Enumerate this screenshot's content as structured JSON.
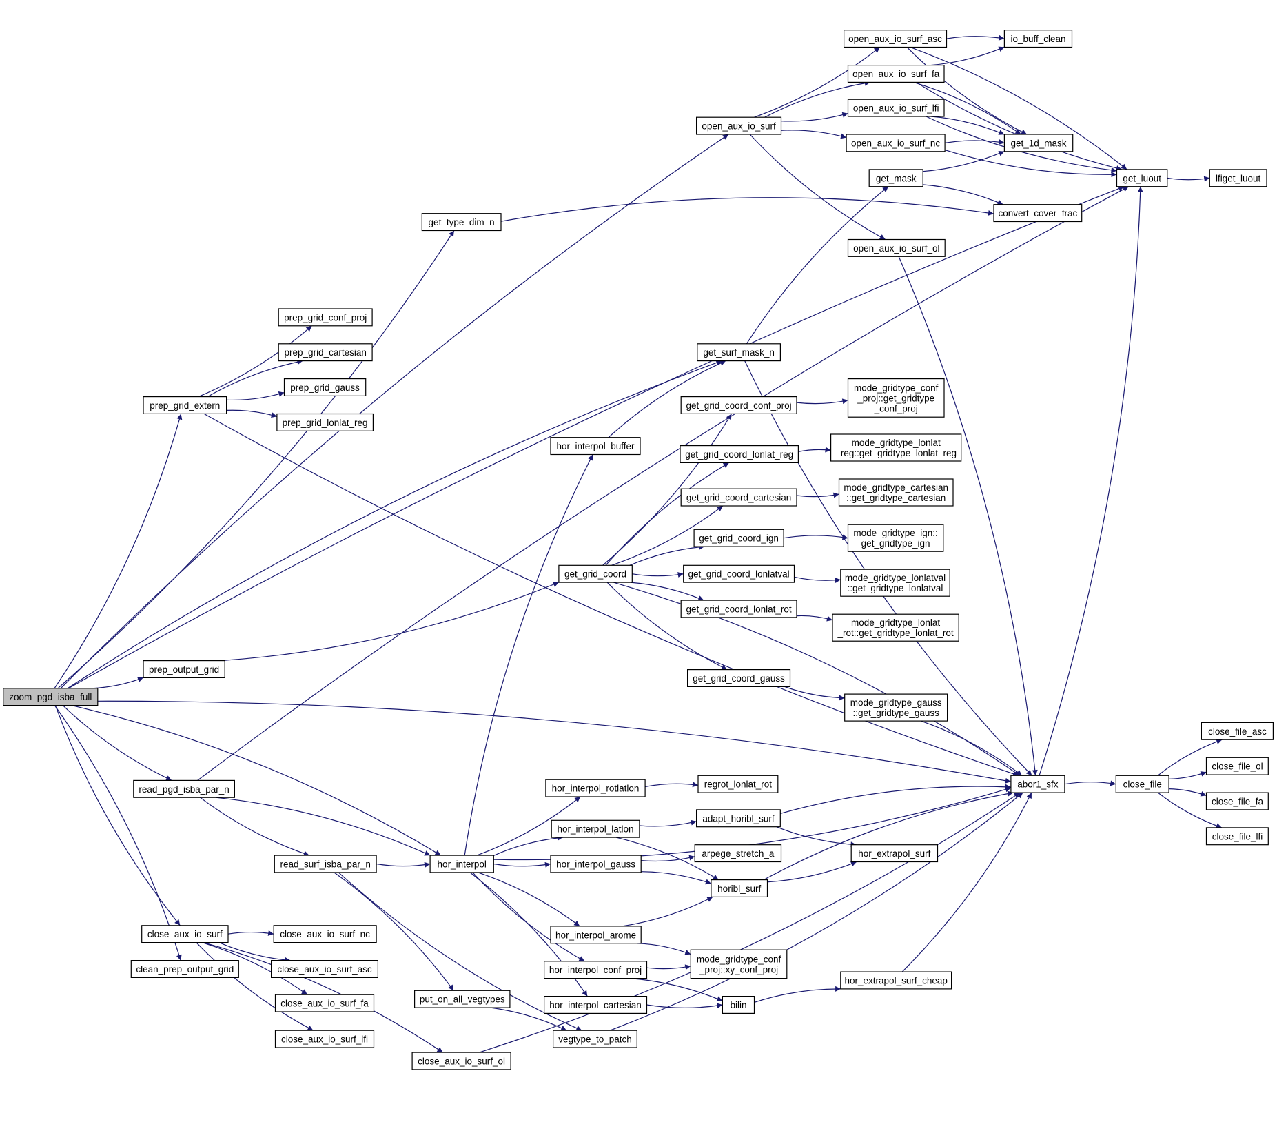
{
  "diagram": {
    "type": "call-graph",
    "root": "zoom_pgd_isba_full",
    "colors": {
      "edge": "#191970",
      "root_fill": "#bfbfbf",
      "node_fill": "#ffffff",
      "node_border": "#000000"
    },
    "nodes": [
      {
        "id": "zoom_pgd_isba_full",
        "label": [
          "zoom_pgd_isba_full"
        ]
      },
      {
        "id": "open_aux_io_surf",
        "label": [
          "open_aux_io_surf"
        ]
      },
      {
        "id": "open_aux_io_surf_asc",
        "label": [
          "open_aux_io_surf_asc"
        ]
      },
      {
        "id": "open_aux_io_surf_fa",
        "label": [
          "open_aux_io_surf_fa"
        ]
      },
      {
        "id": "open_aux_io_surf_lfi",
        "label": [
          "open_aux_io_surf_lfi"
        ]
      },
      {
        "id": "open_aux_io_surf_nc",
        "label": [
          "open_aux_io_surf_nc"
        ]
      },
      {
        "id": "open_aux_io_surf_ol",
        "label": [
          "open_aux_io_surf_ol"
        ]
      },
      {
        "id": "io_buff_clean",
        "label": [
          "io_buff_clean"
        ]
      },
      {
        "id": "get_1d_mask",
        "label": [
          "get_1d_mask"
        ]
      },
      {
        "id": "get_mask",
        "label": [
          "get_mask"
        ]
      },
      {
        "id": "get_luout",
        "label": [
          "get_luout"
        ]
      },
      {
        "id": "lfiget_luout",
        "label": [
          "lfiget_luout"
        ]
      },
      {
        "id": "convert_cover_frac",
        "label": [
          "convert_cover_frac"
        ]
      },
      {
        "id": "get_type_dim_n",
        "label": [
          "get_type_dim_n"
        ]
      },
      {
        "id": "prep_grid_conf_proj",
        "label": [
          "prep_grid_conf_proj"
        ]
      },
      {
        "id": "prep_grid_cartesian",
        "label": [
          "prep_grid_cartesian"
        ]
      },
      {
        "id": "prep_grid_gauss",
        "label": [
          "prep_grid_gauss"
        ]
      },
      {
        "id": "prep_grid_lonlat_reg",
        "label": [
          "prep_grid_lonlat_reg"
        ]
      },
      {
        "id": "prep_grid_extern",
        "label": [
          "prep_grid_extern"
        ]
      },
      {
        "id": "get_surf_mask_n",
        "label": [
          "get_surf_mask_n"
        ]
      },
      {
        "id": "get_grid_coord_conf_proj",
        "label": [
          "get_grid_coord_conf_proj"
        ]
      },
      {
        "id": "mg_conf_proj",
        "label": [
          "mode_gridtype_conf",
          "_proj::get_gridtype",
          "_conf_proj"
        ]
      },
      {
        "id": "hor_interpol_buffer",
        "label": [
          "hor_interpol_buffer"
        ]
      },
      {
        "id": "get_grid_coord_lonlat_reg",
        "label": [
          "get_grid_coord_lonlat_reg"
        ]
      },
      {
        "id": "mg_lonlat_reg",
        "label": [
          "mode_gridtype_lonlat",
          "_reg::get_gridtype_lonlat_reg"
        ]
      },
      {
        "id": "get_grid_coord_cartesian",
        "label": [
          "get_grid_coord_cartesian"
        ]
      },
      {
        "id": "mg_cartesian",
        "label": [
          "mode_gridtype_cartesian",
          "::get_gridtype_cartesian"
        ]
      },
      {
        "id": "get_grid_coord_ign",
        "label": [
          "get_grid_coord_ign"
        ]
      },
      {
        "id": "mg_ign",
        "label": [
          "mode_gridtype_ign::",
          "get_gridtype_ign"
        ]
      },
      {
        "id": "get_grid_coord",
        "label": [
          "get_grid_coord"
        ]
      },
      {
        "id": "get_grid_coord_lonlatval",
        "label": [
          "get_grid_coord_lonlatval"
        ]
      },
      {
        "id": "mg_lonlatval",
        "label": [
          "mode_gridtype_lonlatval",
          "::get_gridtype_lonlatval"
        ]
      },
      {
        "id": "get_grid_coord_lonlat_rot",
        "label": [
          "get_grid_coord_lonlat_rot"
        ]
      },
      {
        "id": "mg_lonlat_rot",
        "label": [
          "mode_gridtype_lonlat",
          "_rot::get_gridtype_lonlat_rot"
        ]
      },
      {
        "id": "prep_output_grid",
        "label": [
          "prep_output_grid"
        ]
      },
      {
        "id": "get_grid_coord_gauss",
        "label": [
          "get_grid_coord_gauss"
        ]
      },
      {
        "id": "mg_gauss",
        "label": [
          "mode_gridtype_gauss",
          "::get_gridtype_gauss"
        ]
      },
      {
        "id": "abor1_sfx",
        "label": [
          "abor1_sfx"
        ]
      },
      {
        "id": "close_file",
        "label": [
          "close_file"
        ]
      },
      {
        "id": "close_file_asc",
        "label": [
          "close_file_asc"
        ]
      },
      {
        "id": "close_file_ol",
        "label": [
          "close_file_ol"
        ]
      },
      {
        "id": "close_file_fa",
        "label": [
          "close_file_fa"
        ]
      },
      {
        "id": "close_file_lfi",
        "label": [
          "close_file_lfi"
        ]
      },
      {
        "id": "read_pgd_isba_par_n",
        "label": [
          "read_pgd_isba_par_n"
        ]
      },
      {
        "id": "hor_interpol_rotlatlon",
        "label": [
          "hor_interpol_rotlatlon"
        ]
      },
      {
        "id": "regrot_lonlat_rot",
        "label": [
          "regrot_lonlat_rot"
        ]
      },
      {
        "id": "hor_interpol_latlon",
        "label": [
          "hor_interpol_latlon"
        ]
      },
      {
        "id": "adapt_horibl_surf",
        "label": [
          "adapt_horibl_surf"
        ]
      },
      {
        "id": "read_surf_isba_par_n",
        "label": [
          "read_surf_isba_par_n"
        ]
      },
      {
        "id": "hor_interpol",
        "label": [
          "hor_interpol"
        ]
      },
      {
        "id": "hor_interpol_gauss",
        "label": [
          "hor_interpol_gauss"
        ]
      },
      {
        "id": "arpege_stretch_a",
        "label": [
          "arpege_stretch_a"
        ]
      },
      {
        "id": "hor_extrapol_surf",
        "label": [
          "hor_extrapol_surf"
        ]
      },
      {
        "id": "horibl_surf",
        "label": [
          "horibl_surf"
        ]
      },
      {
        "id": "close_aux_io_surf",
        "label": [
          "close_aux_io_surf"
        ]
      },
      {
        "id": "close_aux_io_surf_nc",
        "label": [
          "close_aux_io_surf_nc"
        ]
      },
      {
        "id": "hor_interpol_arome",
        "label": [
          "hor_interpol_arome"
        ]
      },
      {
        "id": "clean_prep_output_grid",
        "label": [
          "clean_prep_output_grid"
        ]
      },
      {
        "id": "close_aux_io_surf_asc",
        "label": [
          "close_aux_io_surf_asc"
        ]
      },
      {
        "id": "hor_interpol_conf_proj",
        "label": [
          "hor_interpol_conf_proj"
        ]
      },
      {
        "id": "mg_xy_conf_proj",
        "label": [
          "mode_gridtype_conf",
          "_proj::xy_conf_proj"
        ]
      },
      {
        "id": "hor_extrapol_surf_cheap",
        "label": [
          "hor_extrapol_surf_cheap"
        ]
      },
      {
        "id": "close_aux_io_surf_fa",
        "label": [
          "close_aux_io_surf_fa"
        ]
      },
      {
        "id": "put_on_all_vegtypes",
        "label": [
          "put_on_all_vegtypes"
        ]
      },
      {
        "id": "hor_interpol_cartesian",
        "label": [
          "hor_interpol_cartesian"
        ]
      },
      {
        "id": "bilin",
        "label": [
          "bilin"
        ]
      },
      {
        "id": "vegtype_to_patch",
        "label": [
          "vegtype_to_patch"
        ]
      },
      {
        "id": "close_aux_io_surf_lfi",
        "label": [
          "close_aux_io_surf_lfi"
        ]
      },
      {
        "id": "close_aux_io_surf_ol",
        "label": [
          "close_aux_io_surf_ol"
        ]
      }
    ],
    "edges": [
      [
        "zoom_pgd_isba_full",
        "open_aux_io_surf"
      ],
      [
        "zoom_pgd_isba_full",
        "get_type_dim_n"
      ],
      [
        "zoom_pgd_isba_full",
        "get_luout"
      ],
      [
        "zoom_pgd_isba_full",
        "prep_grid_extern"
      ],
      [
        "zoom_pgd_isba_full",
        "get_surf_mask_n"
      ],
      [
        "zoom_pgd_isba_full",
        "prep_output_grid"
      ],
      [
        "zoom_pgd_isba_full",
        "abor1_sfx"
      ],
      [
        "zoom_pgd_isba_full",
        "read_pgd_isba_par_n"
      ],
      [
        "zoom_pgd_isba_full",
        "hor_interpol"
      ],
      [
        "zoom_pgd_isba_full",
        "close_aux_io_surf"
      ],
      [
        "zoom_pgd_isba_full",
        "clean_prep_output_grid"
      ],
      [
        "open_aux_io_surf",
        "open_aux_io_surf_asc"
      ],
      [
        "open_aux_io_surf",
        "open_aux_io_surf_fa"
      ],
      [
        "open_aux_io_surf",
        "open_aux_io_surf_lfi"
      ],
      [
        "open_aux_io_surf",
        "open_aux_io_surf_nc"
      ],
      [
        "open_aux_io_surf",
        "open_aux_io_surf_ol"
      ],
      [
        "open_aux_io_surf_asc",
        "io_buff_clean"
      ],
      [
        "open_aux_io_surf_asc",
        "get_1d_mask"
      ],
      [
        "open_aux_io_surf_asc",
        "get_luout"
      ],
      [
        "open_aux_io_surf_fa",
        "io_buff_clean"
      ],
      [
        "open_aux_io_surf_fa",
        "get_1d_mask"
      ],
      [
        "open_aux_io_surf_fa",
        "get_luout"
      ],
      [
        "open_aux_io_surf_lfi",
        "get_1d_mask"
      ],
      [
        "open_aux_io_surf_lfi",
        "get_luout"
      ],
      [
        "open_aux_io_surf_nc",
        "get_1d_mask"
      ],
      [
        "open_aux_io_surf_nc",
        "get_luout"
      ],
      [
        "open_aux_io_surf_ol",
        "abor1_sfx"
      ],
      [
        "get_mask",
        "get_1d_mask"
      ],
      [
        "get_mask",
        "convert_cover_frac"
      ],
      [
        "get_luout",
        "lfiget_luout"
      ],
      [
        "get_type_dim_n",
        "convert_cover_frac"
      ],
      [
        "prep_grid_extern",
        "prep_grid_conf_proj"
      ],
      [
        "prep_grid_extern",
        "prep_grid_cartesian"
      ],
      [
        "prep_grid_extern",
        "prep_grid_gauss"
      ],
      [
        "prep_grid_extern",
        "prep_grid_lonlat_reg"
      ],
      [
        "prep_grid_extern",
        "abor1_sfx"
      ],
      [
        "get_surf_mask_n",
        "get_mask"
      ],
      [
        "get_surf_mask_n",
        "abor1_sfx"
      ],
      [
        "hor_interpol_buffer",
        "get_surf_mask_n"
      ],
      [
        "get_grid_coord",
        "get_grid_coord_conf_proj"
      ],
      [
        "get_grid_coord",
        "get_grid_coord_lonlat_reg"
      ],
      [
        "get_grid_coord",
        "get_grid_coord_cartesian"
      ],
      [
        "get_grid_coord",
        "get_grid_coord_ign"
      ],
      [
        "get_grid_coord",
        "get_grid_coord_lonlatval"
      ],
      [
        "get_grid_coord",
        "get_grid_coord_lonlat_rot"
      ],
      [
        "get_grid_coord",
        "get_grid_coord_gauss"
      ],
      [
        "get_grid_coord",
        "abor1_sfx"
      ],
      [
        "get_grid_coord_conf_proj",
        "mg_conf_proj"
      ],
      [
        "get_grid_coord_lonlat_reg",
        "mg_lonlat_reg"
      ],
      [
        "get_grid_coord_cartesian",
        "mg_cartesian"
      ],
      [
        "get_grid_coord_ign",
        "mg_ign"
      ],
      [
        "get_grid_coord_lonlatval",
        "mg_lonlatval"
      ],
      [
        "get_grid_coord_lonlat_rot",
        "mg_lonlat_rot"
      ],
      [
        "get_grid_coord_gauss",
        "mg_gauss"
      ],
      [
        "mg_gauss",
        "abor1_sfx"
      ],
      [
        "prep_output_grid",
        "get_grid_coord"
      ],
      [
        "abor1_sfx",
        "close_file"
      ],
      [
        "abor1_sfx",
        "get_luout"
      ],
      [
        "close_file",
        "close_file_asc"
      ],
      [
        "close_file",
        "close_file_ol"
      ],
      [
        "close_file",
        "close_file_fa"
      ],
      [
        "close_file",
        "close_file_lfi"
      ],
      [
        "read_pgd_isba_par_n",
        "hor_interpol"
      ],
      [
        "read_pgd_isba_par_n",
        "read_surf_isba_par_n"
      ],
      [
        "read_pgd_isba_par_n",
        "get_luout"
      ],
      [
        "read_surf_isba_par_n",
        "hor_interpol"
      ],
      [
        "read_surf_isba_par_n",
        "put_on_all_vegtypes"
      ],
      [
        "read_surf_isba_par_n",
        "vegtype_to_patch"
      ],
      [
        "hor_interpol",
        "hor_interpol_buffer"
      ],
      [
        "hor_interpol",
        "hor_interpol_rotlatlon"
      ],
      [
        "hor_interpol",
        "hor_interpol_latlon"
      ],
      [
        "hor_interpol",
        "hor_interpol_gauss"
      ],
      [
        "hor_interpol",
        "hor_interpol_arome"
      ],
      [
        "hor_interpol",
        "hor_interpol_conf_proj"
      ],
      [
        "hor_interpol",
        "hor_interpol_cartesian"
      ],
      [
        "hor_interpol",
        "abor1_sfx"
      ],
      [
        "hor_interpol_rotlatlon",
        "regrot_lonlat_rot"
      ],
      [
        "hor_interpol_latlon",
        "adapt_horibl_surf"
      ],
      [
        "hor_interpol_latlon",
        "horibl_surf"
      ],
      [
        "hor_interpol_gauss",
        "arpege_stretch_a"
      ],
      [
        "hor_interpol_gauss",
        "horibl_surf"
      ],
      [
        "adapt_horibl_surf",
        "hor_extrapol_surf"
      ],
      [
        "adapt_horibl_surf",
        "abor1_sfx"
      ],
      [
        "horibl_surf",
        "hor_extrapol_surf"
      ],
      [
        "horibl_surf",
        "abor1_sfx"
      ],
      [
        "hor_interpol_arome",
        "horibl_surf"
      ],
      [
        "hor_interpol_arome",
        "mg_xy_conf_proj"
      ],
      [
        "hor_interpol_conf_proj",
        "mg_xy_conf_proj"
      ],
      [
        "hor_interpol_conf_proj",
        "bilin"
      ],
      [
        "hor_interpol_cartesian",
        "bilin"
      ],
      [
        "bilin",
        "hor_extrapol_surf_cheap"
      ],
      [
        "hor_extrapol_surf_cheap",
        "abor1_sfx"
      ],
      [
        "put_on_all_vegtypes",
        "vegtype_to_patch"
      ],
      [
        "vegtype_to_patch",
        "abor1_sfx"
      ],
      [
        "close_aux_io_surf",
        "close_aux_io_surf_nc"
      ],
      [
        "close_aux_io_surf",
        "close_aux_io_surf_asc"
      ],
      [
        "close_aux_io_surf",
        "close_aux_io_surf_fa"
      ],
      [
        "close_aux_io_surf",
        "close_aux_io_surf_lfi"
      ],
      [
        "close_aux_io_surf",
        "close_aux_io_surf_ol"
      ],
      [
        "close_aux_io_surf_ol",
        "abor1_sfx"
      ]
    ]
  }
}
